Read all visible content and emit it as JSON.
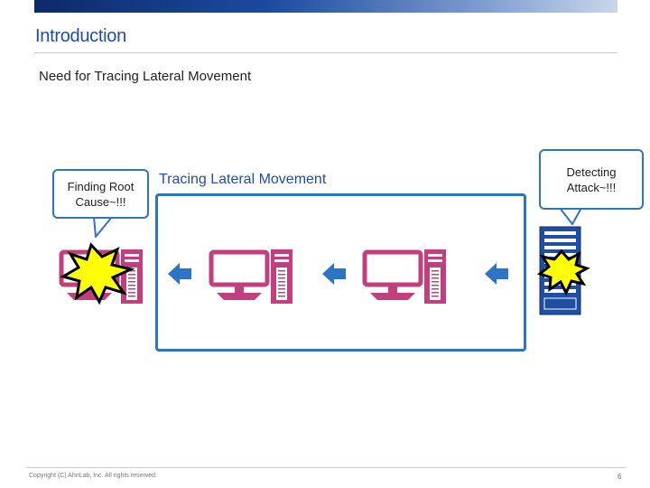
{
  "header": {
    "title": "Introduction"
  },
  "content": {
    "subtitle": "Need for Tracing Lateral Movement",
    "tracing_label": "Tracing Lateral Movement",
    "bubble_left": "Finding Root Cause~!!!",
    "bubble_right": "Detecting Attack~!!!"
  },
  "footer": {
    "copyright": "Copyright (C) AhnLab, Inc. All rights reserved.",
    "page_number": "6"
  },
  "colors": {
    "accent_blue": "#2e74c4",
    "pc_pink": "#c0407e",
    "server_blue": "#1e4fa3",
    "burst_yellow": "#ffff00"
  },
  "icons": [
    "computer-icon",
    "server-icon",
    "arrow-left-icon",
    "explosion-icon"
  ]
}
